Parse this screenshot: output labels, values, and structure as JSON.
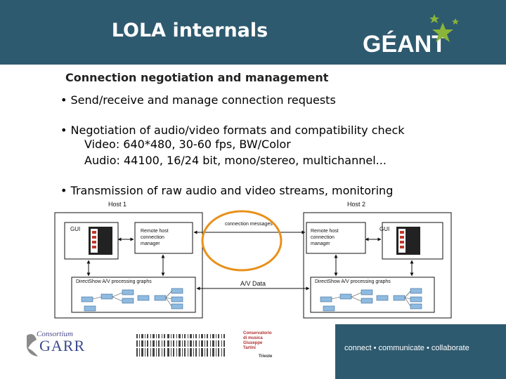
{
  "header": {
    "title": "LOLA internals",
    "logo_text": "GÉANT",
    "colors": {
      "band": "#2e5a6f",
      "star": "#8ab53a"
    }
  },
  "content": {
    "subtitle": "Connection negotiation and management",
    "bullet1": "• Send/receive and manage connection requests",
    "bullet2": "• Negotiation of audio/video formats and compatibility check",
    "video_line": "Video: 640*480, 30-60 fps, BW/Color",
    "audio_line": "Audio: 44100, 16/24 bit, mono/stereo, multichannel...",
    "bullet3": "• Transmission of raw audio and video streams, monitoring"
  },
  "diagram": {
    "host1_label": "Host 1",
    "host2_label": "Host 2",
    "gui_label": "GUI",
    "gui_label_2": "GUI",
    "connection_manager_1": [
      "Remote host",
      "connection",
      "manager"
    ],
    "connection_manager_2": [
      "Remote host",
      "connection",
      "manager"
    ],
    "connection_messages": "connection messages",
    "av_data": "A/V Data",
    "graphs_label_1": "DirectShow A/V processing graphs",
    "graphs_label_2": "DirectShow A/V processing graphs",
    "highlight_color": "#e8901a"
  },
  "footer": {
    "garr_top": "Consortium",
    "garr_name": "GARR",
    "conservatorio": [
      "Conservatorio",
      "di musica",
      "Giuseppe",
      "Tartini"
    ],
    "trieste": "Trieste",
    "tagline": "connect • communicate • collaborate"
  }
}
